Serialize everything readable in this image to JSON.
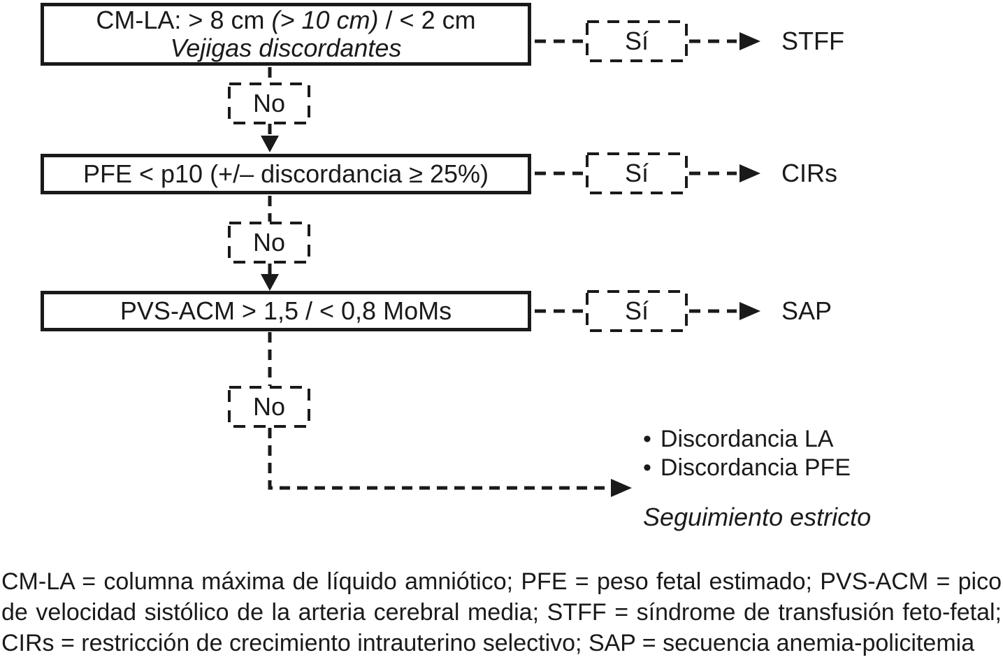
{
  "figure": {
    "steps": [
      {
        "condition_prefix": "CM-LA: > 8 cm ",
        "condition_italic": "(> 10 cm)",
        "condition_suffix": " / < 2 cm",
        "condition_line2": "Vejigas discordantes",
        "yes": "Sí",
        "no": "No",
        "outcome": "STFF"
      },
      {
        "condition": "PFE < p10 (+/– discordancia ≥ 25%)",
        "yes": "Sí",
        "no": "No",
        "outcome": "CIRs"
      },
      {
        "condition": "PVS-ACM > 1,5 / < 0,8 MoMs",
        "yes": "Sí",
        "no": "No",
        "outcome": "SAP"
      }
    ],
    "fallthrough": {
      "bullets": [
        {
          "marker": "•",
          "label": "Discordancia LA"
        },
        {
          "marker": "•",
          "label": "Discordancia PFE"
        }
      ],
      "note": "Seguimiento estricto"
    },
    "legend_lines": [
      "CM-LA = columna máxima de líquido amniótico; PFE = peso fetal estimado; PVS-ACM = pico",
      "de velocidad sistólico de la arteria cerebral media; STFF = síndrome de transfusión feto-fetal;",
      "CIRs = restricción de crecimiento intrauterino selectivo; SAP = secuencia anemia-policitemia"
    ],
    "colors": {
      "ink": "#1a1a1a",
      "background": "#ffffff"
    }
  }
}
